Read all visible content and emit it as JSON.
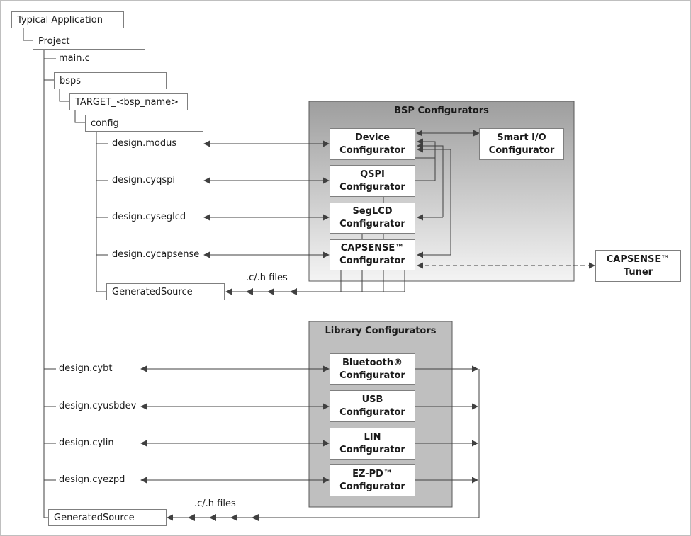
{
  "tree": {
    "root": "Typical Application",
    "project": "Project",
    "main_c": "main.c",
    "bsps": "bsps",
    "target": "TARGET_<bsp_name>",
    "config": "config",
    "bsp_files": [
      "design.modus",
      "design.cyqspi",
      "design.cyseglcd",
      "design.cycapsense"
    ],
    "generated_source_config": "GeneratedSource",
    "lib_files": [
      "design.cybt",
      "design.cyusbdev",
      "design.cylin",
      "design.cyezpd"
    ],
    "generated_source_project": "GeneratedSource"
  },
  "bsp_panel": {
    "title": "BSP Configurators",
    "configurators": [
      {
        "line1": "Device",
        "line2": "Configurator"
      },
      {
        "line1": "QSPI",
        "line2": "Configurator"
      },
      {
        "line1": "SegLCD",
        "line2": "Configurator"
      },
      {
        "line1": "CAPSENSE™",
        "line2": "Configurator"
      }
    ]
  },
  "smart_io": {
    "line1": "Smart I/O",
    "line2": "Configurator"
  },
  "tuner": {
    "line1": "CAPSENSE™",
    "line2": "Tuner"
  },
  "lib_panel": {
    "title": "Library Configurators",
    "configurators": [
      {
        "line1": "Bluetooth®",
        "line2": "Configurator"
      },
      {
        "line1": "USB",
        "line2": "Configurator"
      },
      {
        "line1": "LIN",
        "line2": "Configurator"
      },
      {
        "line1": "EZ-PD™",
        "line2": "Configurator"
      }
    ]
  },
  "file_labels": {
    "bsp_output": ".c/.h files",
    "lib_output": ".c/.h files"
  },
  "colors": {
    "line": "#404040",
    "panel_top_bsp": "#9e9e9e",
    "panel_bottom_bsp": "#f2f2f2",
    "panel_lib": "#bfbfbf"
  }
}
